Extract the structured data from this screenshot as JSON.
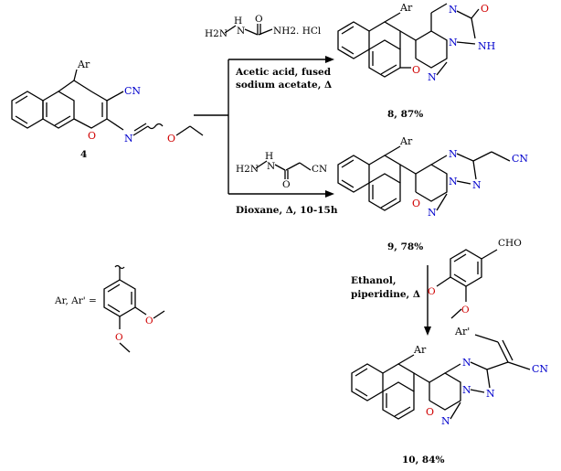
{
  "colors": {
    "oxygen": "#d00000",
    "nitrogen": "#0000cc",
    "bond": "#000000"
  },
  "atoms": {
    "ar": "Ar",
    "ar_prime": "Ar'",
    "o": "O",
    "n": "N",
    "nh": "NH",
    "cn": "CN",
    "h2n": "H2N",
    "h": "H",
    "cho": "CHO"
  },
  "start": {
    "label": "4"
  },
  "reagents": {
    "semicarbazide_nh2": "NH2. HCl",
    "hydrazide_h2n": "H2N",
    "hydrazide_h": "H"
  },
  "conditions": {
    "step1_line1": "Acetic acid, fused",
    "step1_line2": "sodium acetate, Δ",
    "step2": "Dioxane, Δ, 10-15h",
    "step3_line1": "Ethanol,",
    "step3_line2": "piperidine, Δ"
  },
  "products": {
    "p8": "8, 87%",
    "p9": "9, 78%",
    "p10": "10, 84%"
  },
  "legend": {
    "ar_def": "Ar, Ar' ="
  }
}
